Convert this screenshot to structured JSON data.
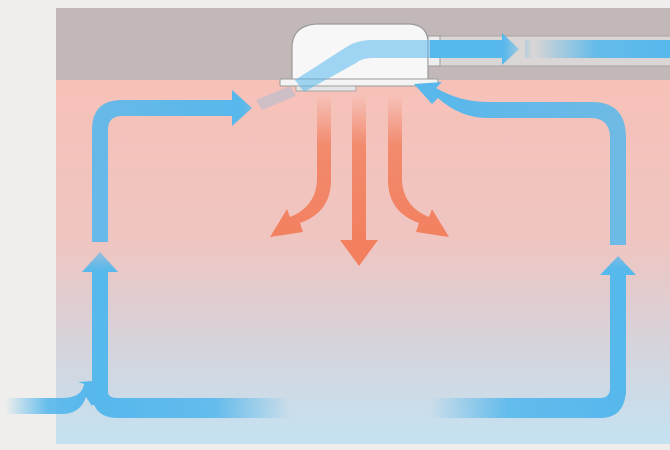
{
  "figure": {
    "subject": "ceiling-cassette-airflow",
    "text_labels": []
  },
  "colors": {
    "page_background": "#efeeec",
    "ceiling": "#c1b8b7",
    "room_top": "#f7c1b8",
    "room_bottom": "#c4e2f2",
    "unit_body": "#f7f7f8",
    "unit_outline": "#9a9a9a",
    "cool_air": "#57b8ec",
    "warm_air": "#f2805f"
  },
  "airflow": {
    "return_loop": "cool-air",
    "supply_jets": "warm-air",
    "supply_jet_count": 3,
    "exhaust_duct": "cool-air"
  }
}
